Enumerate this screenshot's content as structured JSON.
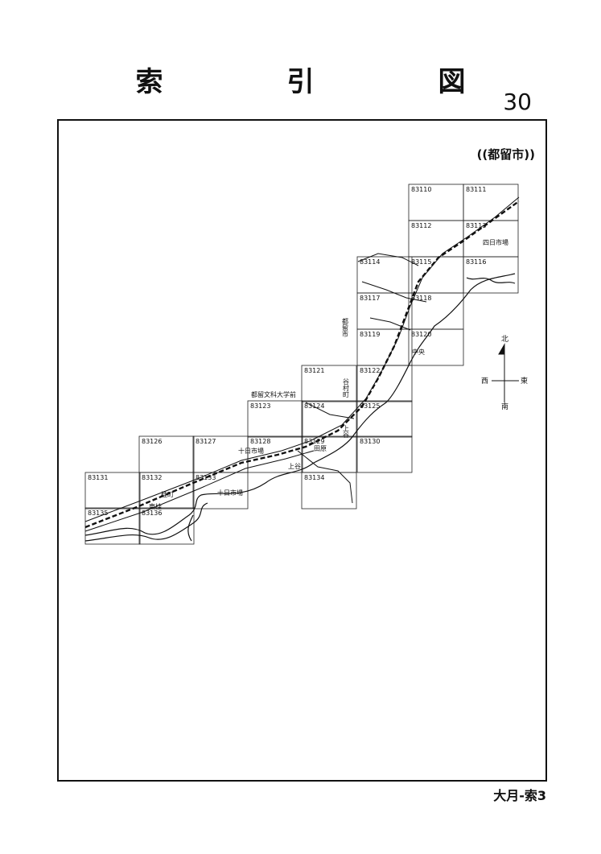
{
  "header": {
    "title": "索　引　図",
    "page_number": "30"
  },
  "region_label": "((都留市))",
  "footer_label": "大月-索3",
  "compass": {
    "north": "北",
    "south": "南",
    "east": "東",
    "west": "西"
  },
  "tiles": [
    {
      "code": "83110"
    },
    {
      "code": "83111"
    },
    {
      "code": "83112"
    },
    {
      "code": "83113"
    },
    {
      "code": "83114"
    },
    {
      "code": "83115"
    },
    {
      "code": "83116"
    },
    {
      "code": "83117"
    },
    {
      "code": "83118"
    },
    {
      "code": "83119"
    },
    {
      "code": "83120"
    },
    {
      "code": "83121"
    },
    {
      "code": "83122"
    },
    {
      "code": "83123"
    },
    {
      "code": "83124"
    },
    {
      "code": "83125"
    },
    {
      "code": "83126"
    },
    {
      "code": "83127"
    },
    {
      "code": "83128"
    },
    {
      "code": "83129"
    },
    {
      "code": "83130"
    },
    {
      "code": "83131"
    },
    {
      "code": "83132"
    },
    {
      "code": "83133"
    },
    {
      "code": "83134"
    },
    {
      "code": "83135"
    },
    {
      "code": "83136"
    }
  ],
  "places": [
    {
      "text": "四日市場"
    },
    {
      "text": "都留文科大学前"
    },
    {
      "text": "十日市場"
    },
    {
      "text": "十日市場"
    },
    {
      "text": "田原"
    },
    {
      "text": "上谷"
    },
    {
      "text": "桂町"
    },
    {
      "text": "東桂"
    },
    {
      "text": "谷村町"
    },
    {
      "text": "都留市"
    },
    {
      "text": "中央"
    },
    {
      "text": "上谷"
    }
  ]
}
